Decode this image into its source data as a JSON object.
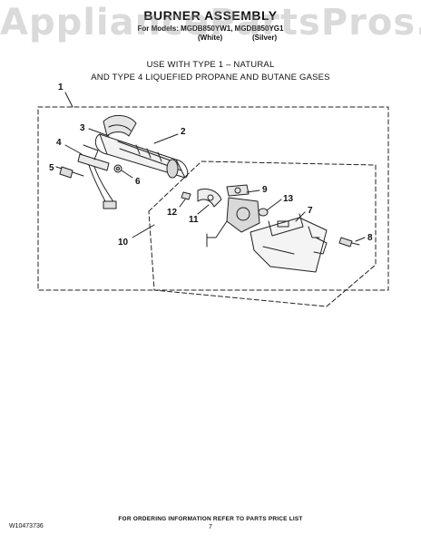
{
  "watermark": "AppliancePartsPros.com",
  "header": {
    "title": "BURNER ASSEMBLY",
    "models": "For Models: MGDB850YW1, MGDB850YG1",
    "variants": [
      "(White)",
      "(Silver)"
    ]
  },
  "instructions": {
    "line1": "USE WITH TYPE 1 –  NATURAL",
    "line2": "AND TYPE 4    LIQUEFIED PROPANE AND BUTANE GASES"
  },
  "callouts": {
    "c1": "1",
    "c2": "2",
    "c3": "3",
    "c4": "4",
    "c5": "5",
    "c6": "6",
    "c7": "7",
    "c8": "8",
    "c9": "9",
    "c10": "10",
    "c11": "11",
    "c12": "12",
    "c13": "13"
  },
  "footer": {
    "doc_number": "W10473736",
    "note": "FOR ORDERING INFORMATION REFER TO PARTS PRICE LIST",
    "page_number": "7"
  }
}
